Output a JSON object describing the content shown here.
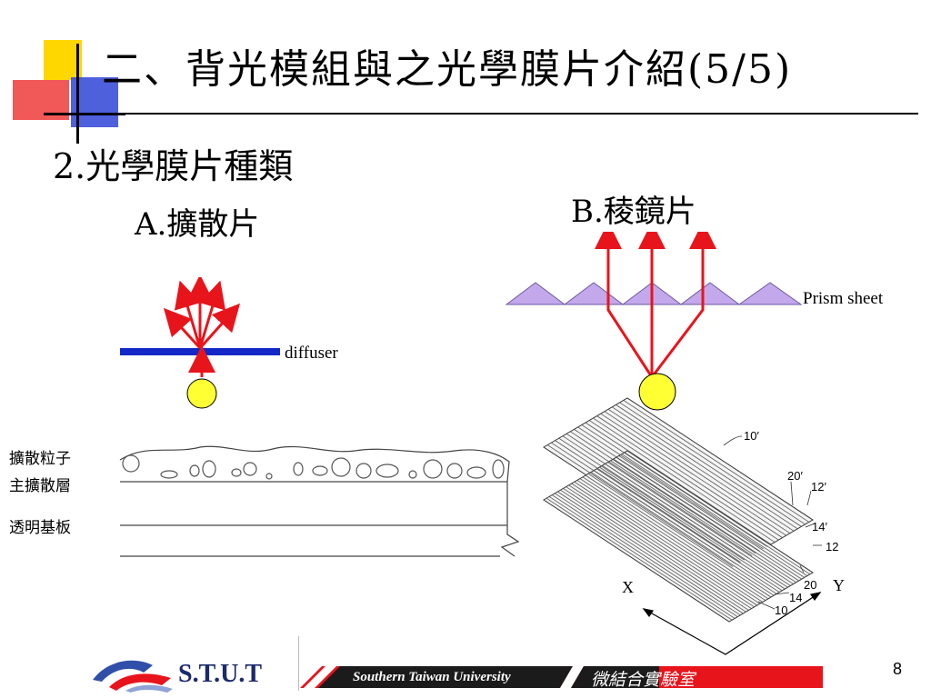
{
  "slide": {
    "title": "二、背光模組與之光學膜片介紹(5/5)",
    "subtitle": "2.光學膜片種類",
    "page_number": "8"
  },
  "diffuser_section": {
    "label": "A.擴散片",
    "diffuser_label": "diffuser",
    "layer_labels": [
      "擴散粒子",
      "主擴散層",
      "透明基板"
    ]
  },
  "prism_section": {
    "label": "B.稜鏡片",
    "prism_label": "Prism sheet",
    "figure_numbers": [
      "10′",
      "20′",
      "12′",
      "14′",
      "12",
      "20",
      "14",
      "10"
    ],
    "axis_x": "X",
    "axis_y": "Y"
  },
  "footer": {
    "logo_text": "S.T.U.T",
    "university": "Southern  Taiwan  University",
    "lab": "微結合實驗室"
  },
  "colors": {
    "arrow": "#e8141c",
    "diffuser_bar": "#1428c8",
    "light_source": "#ffff33",
    "prism": "#c4a8ec",
    "footer_bar": "#e8141c",
    "logo_blue": "#1a2a6c"
  }
}
